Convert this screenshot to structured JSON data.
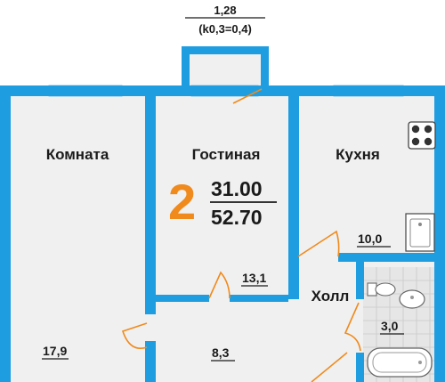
{
  "balcony": {
    "area": "1,28",
    "coef": "(k0,3=0,4)"
  },
  "rooms": {
    "room1": {
      "name": "Комната",
      "area": "17,9"
    },
    "living": {
      "name": "Гостиная",
      "area": "13,1"
    },
    "kitchen": {
      "name": "Кухня",
      "area": "10,0"
    },
    "hall": {
      "name": "Холл",
      "area": "8,3"
    },
    "hall_label": "Холл",
    "bath": {
      "area": "3,0"
    }
  },
  "summary": {
    "rooms_count": "2",
    "living_area": "31.00",
    "total_area": "52.70"
  },
  "colors": {
    "wall": "#1e9ee0",
    "floor": "#f0f0f0",
    "door": "#f08a1c",
    "window": "#bfe3f5"
  }
}
